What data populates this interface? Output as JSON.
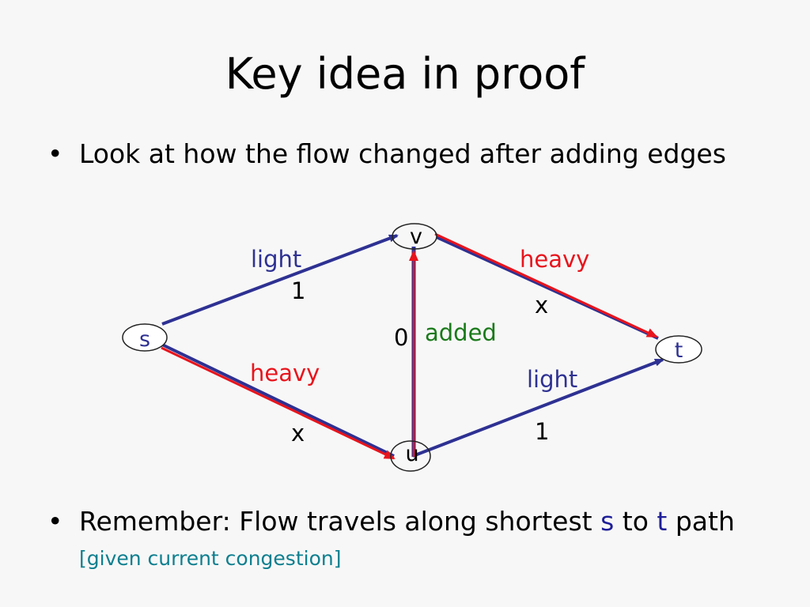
{
  "title": "Key idea in proof",
  "bullets": [
    {
      "text": "Look at how the flow changed after adding edges"
    },
    {
      "text_before": "Remember: Flow travels along shortest ",
      "s": "s",
      "to": " to ",
      "t": "t",
      "text_after": " path ",
      "note": "[given current congestion]"
    }
  ],
  "diagram": {
    "nodes": {
      "s": "s",
      "v": "v",
      "u": "u",
      "t": "t"
    },
    "edges": {
      "sv": {
        "label": "light",
        "cost": "1"
      },
      "vt": {
        "label": "heavy",
        "cost": "x"
      },
      "su": {
        "label": "heavy",
        "cost": "x"
      },
      "ut": {
        "label": "light",
        "cost": "1"
      },
      "uv": {
        "label": "added",
        "cost": "0"
      }
    },
    "colors": {
      "blue": "#2e3192",
      "red": "#e8141c",
      "green": "#1a7a1a",
      "label_blue": "#2e3192",
      "label_red": "#e8141c"
    }
  }
}
